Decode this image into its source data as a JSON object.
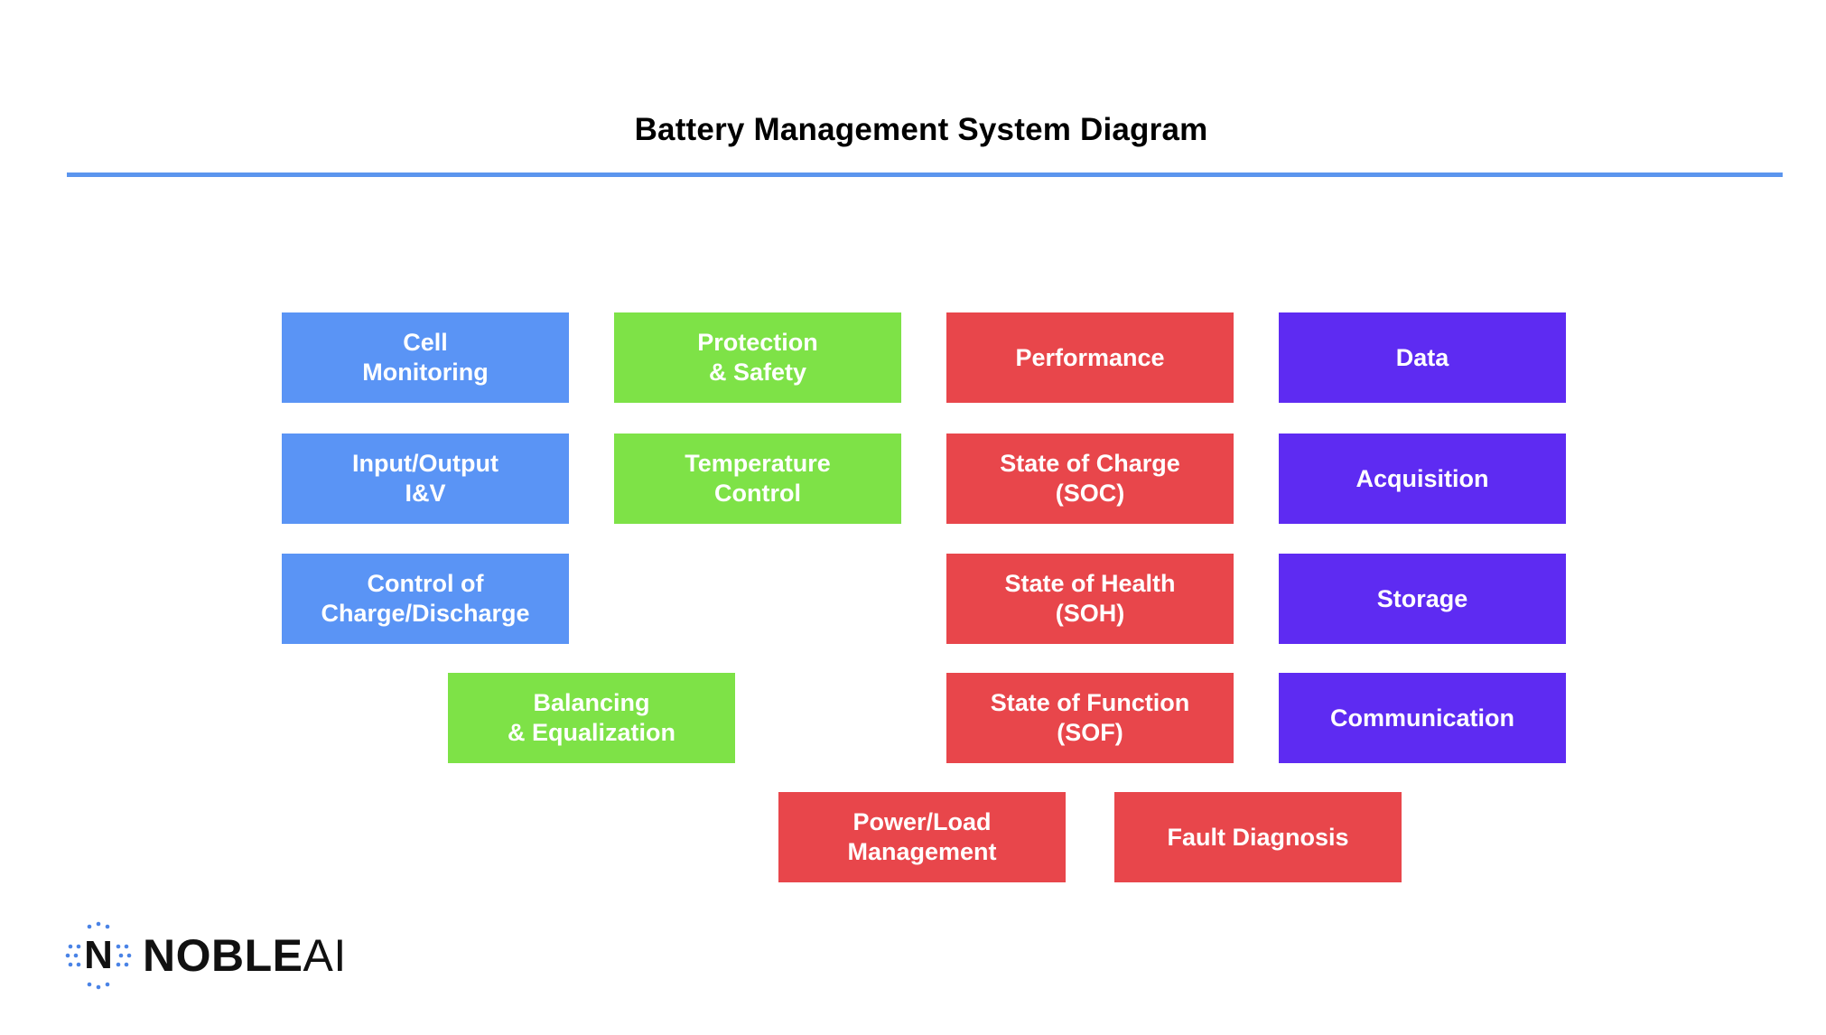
{
  "diagram": {
    "title": "Battery Management System Diagram",
    "colors": {
      "blue": "#5a94f5",
      "green": "#7ee247",
      "red": "#e8464b",
      "purple": "#5e2bf2",
      "rule": "#5b95ee"
    },
    "boxes": {
      "cell_monitoring": "Cell\nMonitoring",
      "input_output": "Input/Output\nI&V",
      "control_charge": "Control of\nCharge/Discharge",
      "protection_safety": "Protection\n& Safety",
      "temperature_control": "Temperature\nControl",
      "balancing": "Balancing\n& Equalization",
      "performance": "Performance",
      "soc": "State of Charge\n(SOC)",
      "soh": "State of Health\n(SOH)",
      "sof": "State of Function\n(SOF)",
      "power_load": "Power/Load\nManagement",
      "fault_diagnosis": "Fault Diagnosis",
      "data": "Data",
      "acquisition": "Acquisition",
      "storage": "Storage",
      "communication": "Communication"
    }
  },
  "logo": {
    "mark_letter": "N",
    "name_bold": "NOBLE",
    "name_light": "AI",
    "icon": "noble-ai-logo-mark"
  }
}
